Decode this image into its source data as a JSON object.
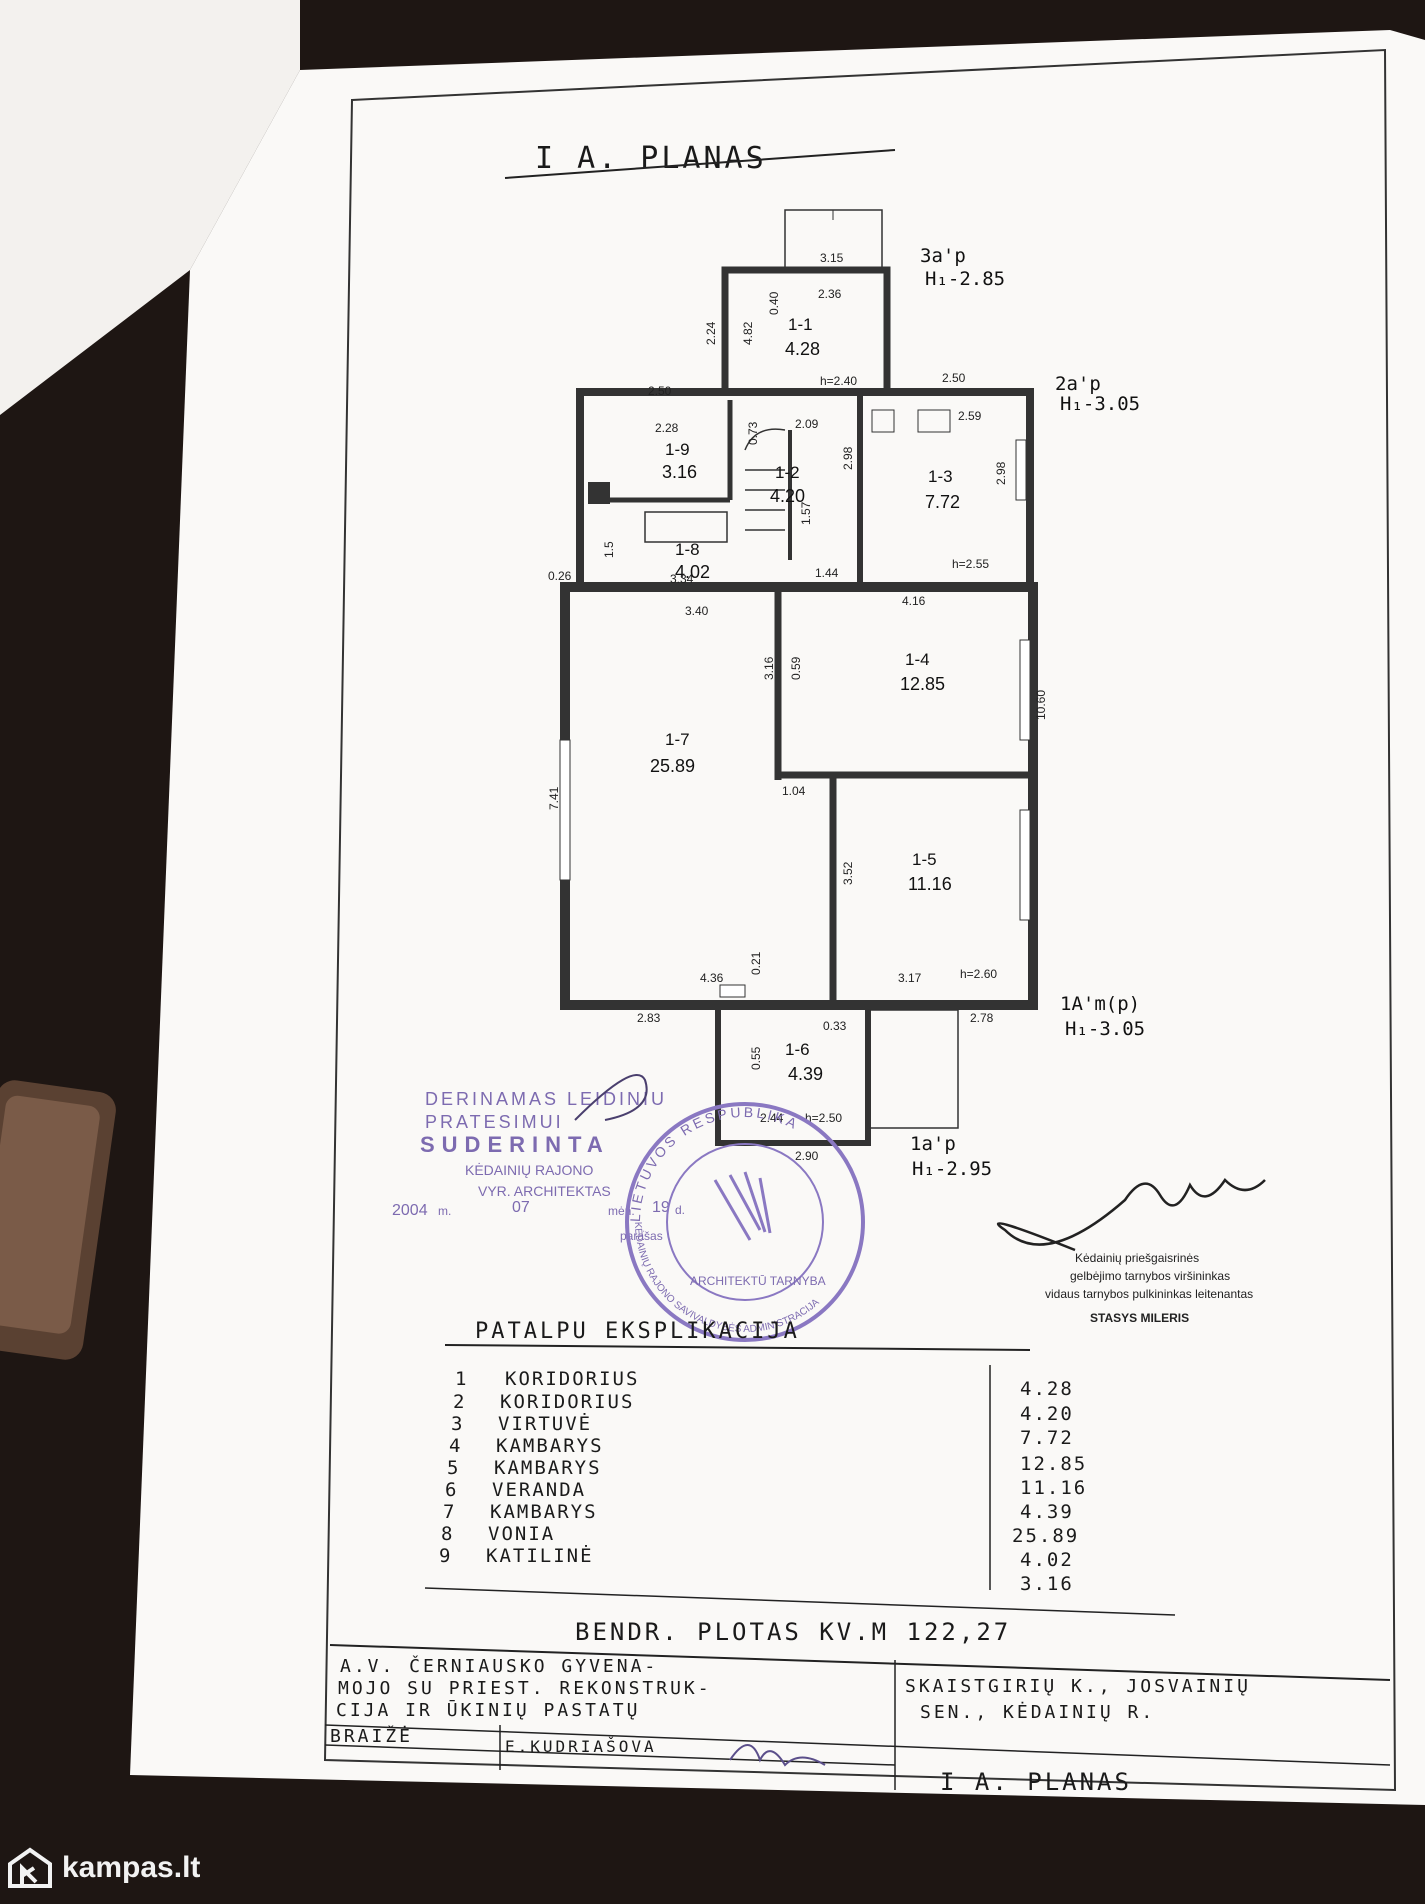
{
  "title": "I A. PLANAS",
  "height_labels": [
    {
      "id": "3a_p",
      "name": "3a'p",
      "h": "H₁-2.85"
    },
    {
      "id": "2a_p",
      "name": "2a'p",
      "h": "H₁-3.05"
    },
    {
      "id": "1am_p",
      "name": "1A'm(p)",
      "h": "H₁-3.05"
    },
    {
      "id": "1a_p",
      "name": "1a'p",
      "h": "H₁-2.95"
    }
  ],
  "rooms": [
    {
      "id": "1-1",
      "area": "4.28"
    },
    {
      "id": "1-2",
      "area": "4.20"
    },
    {
      "id": "1-3",
      "area": "7.72"
    },
    {
      "id": "1-4",
      "area": "12.85"
    },
    {
      "id": "1-5",
      "area": "11.16"
    },
    {
      "id": "1-6",
      "area": "4.39"
    },
    {
      "id": "1-7",
      "area": "25.89"
    },
    {
      "id": "1-8",
      "area": "4.02"
    },
    {
      "id": "1-9",
      "area": "3.16"
    }
  ],
  "dimensions": [
    "3.15",
    "2.36",
    "4.82",
    "0.40",
    "2.24",
    "h=2.40",
    "2.50",
    "2.50",
    "2.28",
    "0.73",
    "2.09",
    "2.59",
    "2.98",
    "2.98",
    "1.57",
    "1.5",
    "3.34",
    "1.44",
    "h=2.55",
    "0.26",
    "3.40",
    "4.16",
    "3.16",
    "0.59",
    "10.60",
    "7.41",
    "1.04",
    "3.52",
    "4.36",
    "0.21",
    "3.17",
    "h=2.60",
    "2.83",
    "2.78",
    "0.33",
    "0.55",
    "2.44",
    "h=2.50",
    "2.90"
  ],
  "approval_stamp": {
    "line1": "DERINAMAS LEIDINIU",
    "line2": "PRATESIMUI",
    "approved": "SUDERINTA",
    "district": "KĖDAINIŲ RAJONO",
    "role": "VYR. ARCHITEKTAS",
    "year": "2004",
    "year_unit": "m.",
    "month": "07",
    "month_unit": "mėn.",
    "day": "19",
    "day_unit": "d.",
    "signature_label": "parašas"
  },
  "round_stamp": {
    "outer_top": "LIETUVOS RESPUBLIKA",
    "outer_bottom": "KĖDAINIŲ RAJONO SAVIVALDYBĖS ADMINISTRACIJA",
    "inner": "ARCHITEKTŪ TARNYBA"
  },
  "fire_stamp": {
    "line1": "Kėdainių priešgaisrinės",
    "line2": "gelbėjimo tarnybos viršininkas",
    "line3": "vidaus tarnybos pulkininkas leitenantas",
    "name": "STASYS MILERIS"
  },
  "explication": {
    "heading": "PATALPU EKSPLIKACIJA",
    "rooms": [
      {
        "num": "1",
        "name": "KORIDORIUS"
      },
      {
        "num": "2",
        "name": "KORIDORIUS"
      },
      {
        "num": "3",
        "name": "VIRTUVĖ"
      },
      {
        "num": "4",
        "name": "KAMBARYS"
      },
      {
        "num": "5",
        "name": "KAMBARYS"
      },
      {
        "num": "6",
        "name": "VERANDA"
      },
      {
        "num": "7",
        "name": "KAMBARYS"
      },
      {
        "num": "8",
        "name": "VONIA"
      },
      {
        "num": "9",
        "name": "KATILINĖ"
      }
    ],
    "areas": [
      "4.28",
      "4.20",
      "7.72",
      "12.85",
      "11.16",
      "4.39",
      "25.89",
      "4.02",
      "3.16"
    ],
    "total": "BENDR. PLOTAS KV.M 122,27"
  },
  "title_block": {
    "project_line1": "A.V. ČERNIAUSKO GYVENA-",
    "project_line2": "MOJO SU PRIEST. REKONSTRUK-",
    "project_line3": "CIJA IR ŪKINIŲ PASTATŲ",
    "location_line1": "SKAISTGIRIŲ K., JOSVAINIŲ",
    "location_line2": "SEN., KĖDAINIŲ R.",
    "drew_label": "BRAIŽĖ",
    "drew_name": "E.KUDRIAŠOVA",
    "sheet_name": "I A. PLANAS"
  },
  "watermark": {
    "brand": "kampas.lt"
  }
}
